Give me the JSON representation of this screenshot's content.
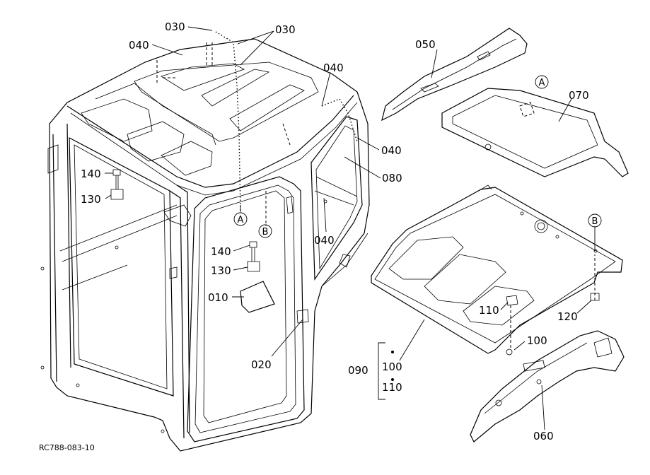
{
  "diagram_code": "RC788-083-10",
  "part_labels": {
    "p030a": "030",
    "p030b": "030",
    "p040a": "040",
    "p040b": "040",
    "p040c": "040",
    "p040d": "040",
    "p050": "050",
    "p070": "070",
    "p080": "080",
    "p140a": "140",
    "p130a": "130",
    "p140b": "140",
    "p130b": "130",
    "p010": "010",
    "p020": "020",
    "p110a": "110",
    "p120": "120",
    "p100a": "100",
    "p090": "090",
    "p100b": "100",
    "p110b": "110",
    "p060": "060"
  },
  "ref_markers": {
    "a1": "A",
    "b1": "B",
    "a2": "A",
    "b2": "B"
  }
}
